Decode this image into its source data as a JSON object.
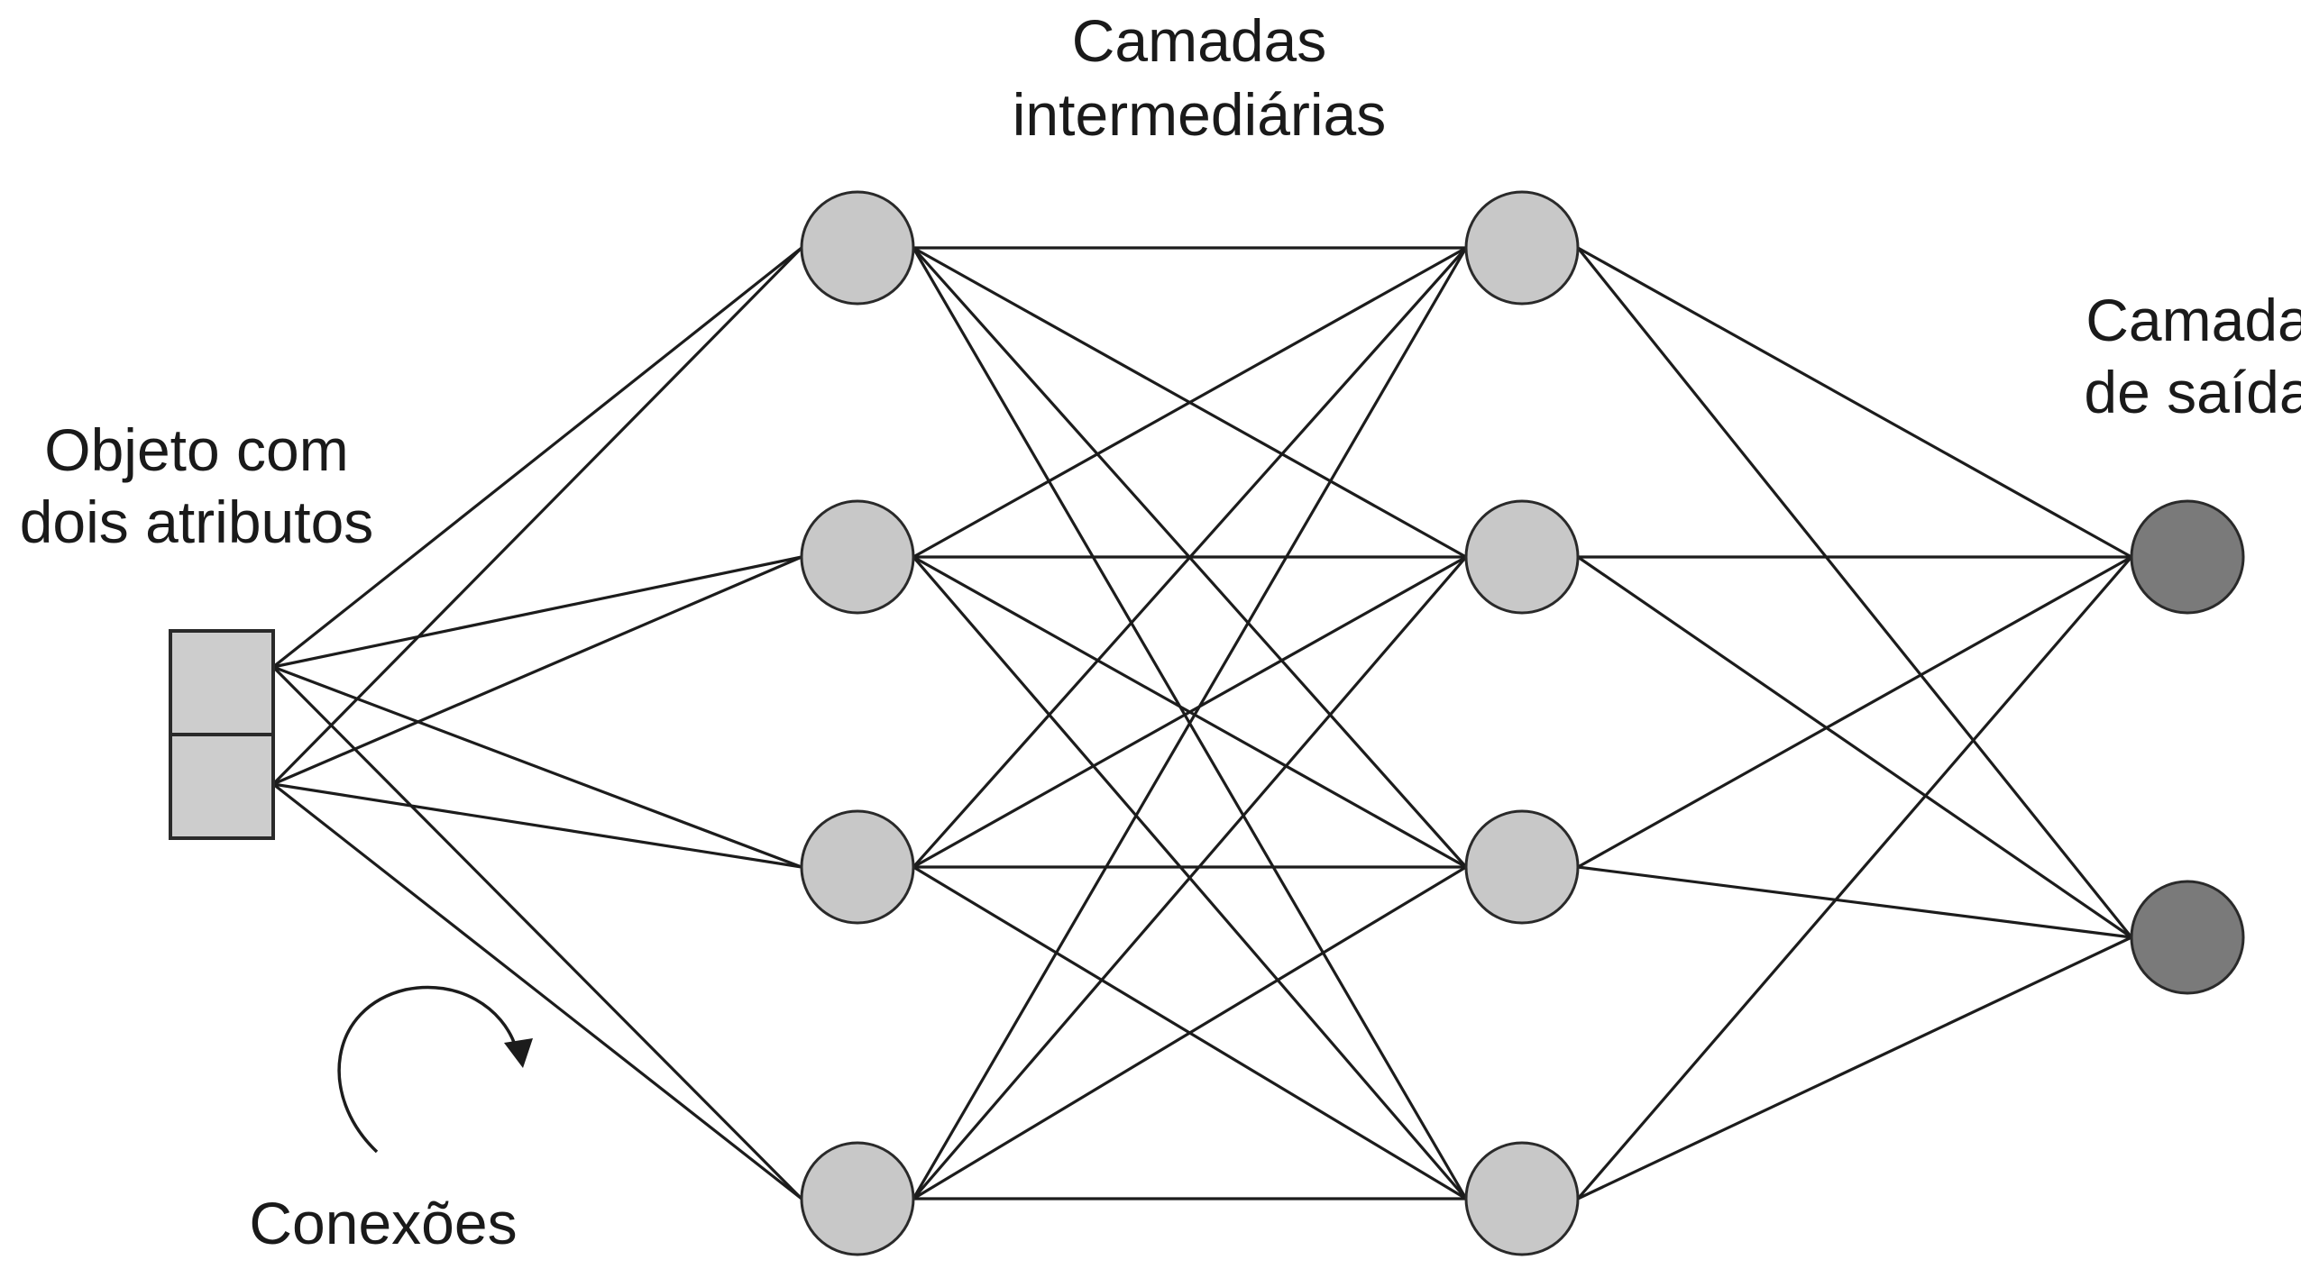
{
  "labels": {
    "hidden_title_line1": "Camadas",
    "hidden_title_line2": "intermediárias",
    "output_title_line1": "Camada",
    "output_title_line2": "de saída",
    "input_title_line1": "Objeto com",
    "input_title_line2": "dois atributos",
    "connections": "Conexões"
  },
  "network": {
    "input_attributes": 2,
    "hidden_layers": [
      4,
      4
    ],
    "output_neurons": 2
  },
  "colors": {
    "hidden_neuron": "#c8c8c8",
    "output_neuron": "#7a7a7a",
    "input_box": "#cdcdcd",
    "lines": "#1c1c1c"
  }
}
